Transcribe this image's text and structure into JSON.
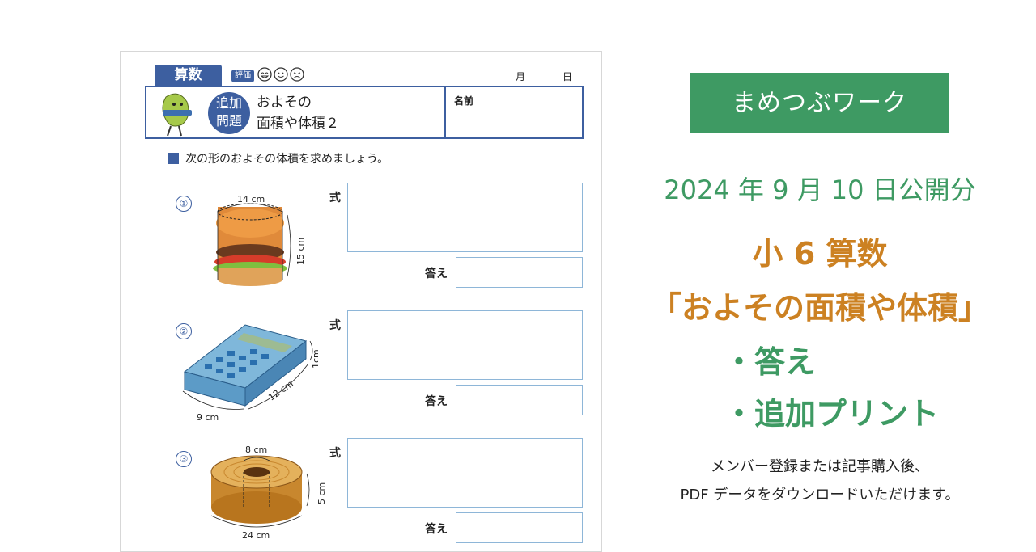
{
  "worksheet": {
    "subject": "算数",
    "eval_label": "評価",
    "month_label": "月",
    "day_label": "日",
    "badge_line1": "追加",
    "badge_line2": "問題",
    "title_line1": "およその",
    "title_line2": "面積や体積２",
    "name_label": "名前",
    "instruction": "次の形のおよその体積を求めましょう。",
    "formula_label": "式",
    "answer_label": "答え",
    "questions": [
      {
        "number": "①",
        "dims": [
          "14 cm",
          "15 cm"
        ]
      },
      {
        "number": "②",
        "dims": [
          "1cm",
          "12 cm",
          "9 cm"
        ]
      },
      {
        "number": "③",
        "dims": [
          "8 cm",
          "5 cm",
          "24 cm"
        ]
      }
    ]
  },
  "promo": {
    "brand": "まめつぶワーク",
    "published": "2024 年 9 月 10 日公開分",
    "grade": "小 6 算数",
    "topic": "「およその面積や体積」",
    "bullet_answers": "・答え",
    "bullet_extra": "・追加プリント",
    "note_line1": "メンバー登録または記事購入後、",
    "note_line2": "PDF データをダウンロードいただけます。"
  },
  "colors": {
    "worksheet_blue": "#3d5fa0",
    "box_border": "#8eb6d8",
    "brand_green": "#3e9a63",
    "accent_orange": "#cc8122"
  }
}
